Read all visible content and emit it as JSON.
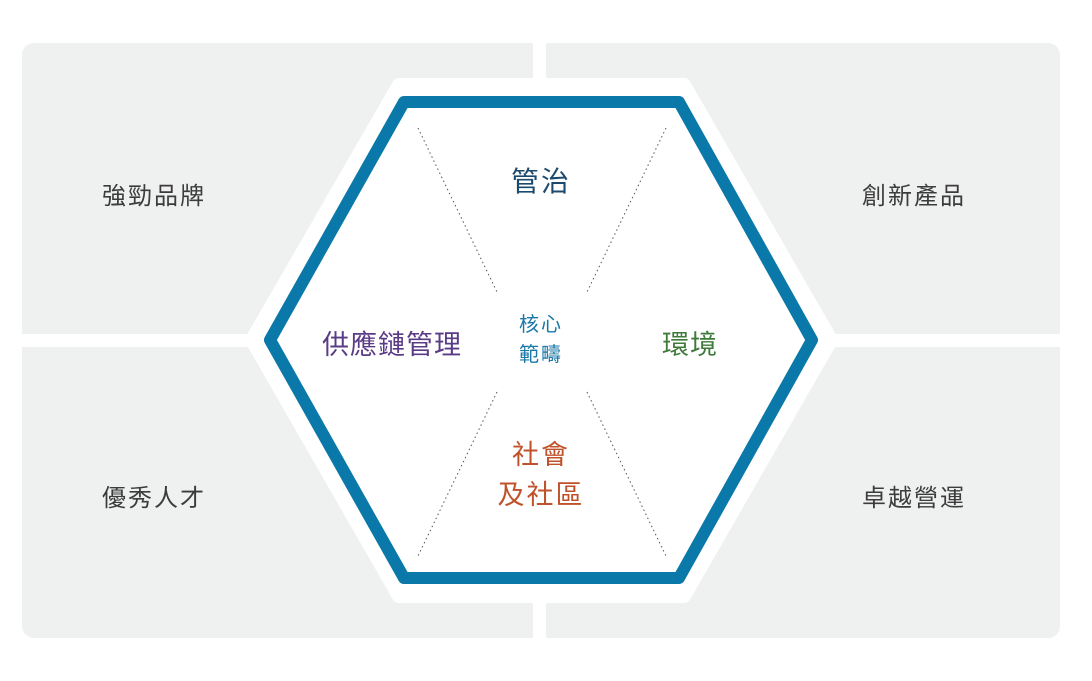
{
  "corners": {
    "top_left": "強勁品牌",
    "top_right": "創新產品",
    "bottom_left": "優秀人才",
    "bottom_right": "卓越營運"
  },
  "hexagon": {
    "top": "管治",
    "left": "供應鏈管理",
    "right": "環境",
    "bottom_line1": "社會",
    "bottom_line2": "及社區",
    "center_line1": "核心",
    "center_line2": "範疇"
  },
  "colors": {
    "hex_border": "#0a78a8",
    "quadrant_bg": "#eff0f0",
    "top": "#1c4a6e",
    "left": "#5a3b86",
    "right": "#3f7a3b",
    "bottom": "#c0522b",
    "center": "#1a78a8"
  }
}
